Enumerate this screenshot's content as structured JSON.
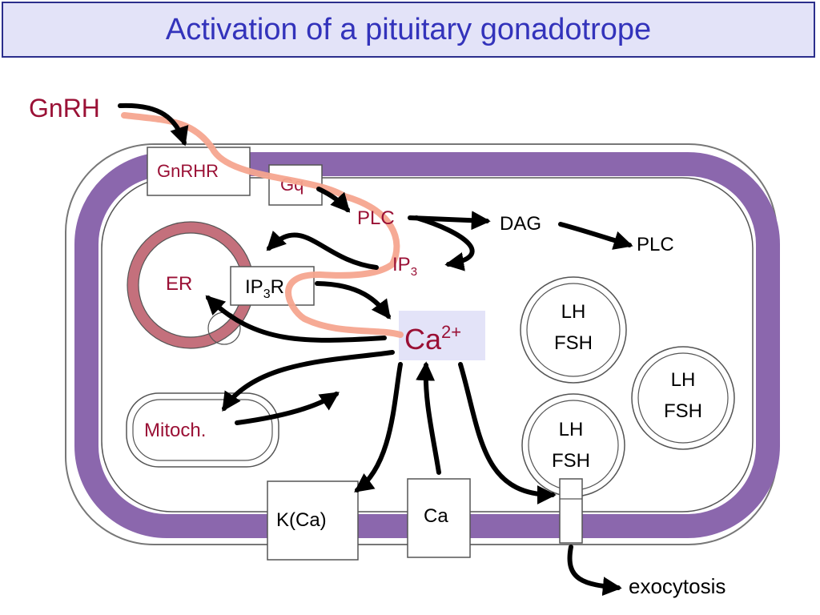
{
  "title": "Activation of a pituitary gonadotrope",
  "colors": {
    "membrane": "#8b67ad",
    "pathway_highlight": "#f6a58f",
    "red_text": "#9a1035",
    "title_text": "#3333bb",
    "title_bg": "#e3e3f8",
    "er_ring": "#c4707c",
    "ca_bg": "#e3e3f8"
  },
  "labels": {
    "gnrh": "GnRH",
    "gnrhr": "GnRHR",
    "gq": "Gq",
    "plc": "PLC",
    "dag": "DAG",
    "plc2": "PLC",
    "ip3_base": "IP",
    "ip3_sub": "3",
    "ip3r_base": "IP",
    "ip3r_sub": "3",
    "ip3r_r": "R",
    "er": "ER",
    "ca_base": "Ca",
    "ca_sup": "2+",
    "mitoch": "Mitoch.",
    "kca": "K(Ca)",
    "ca_channel": "Ca",
    "granule1": [
      "LH",
      "FSH"
    ],
    "granule2": [
      "LH",
      "FSH"
    ],
    "granule3": [
      "LH",
      "FSH"
    ],
    "exocytosis": "exocytosis"
  }
}
